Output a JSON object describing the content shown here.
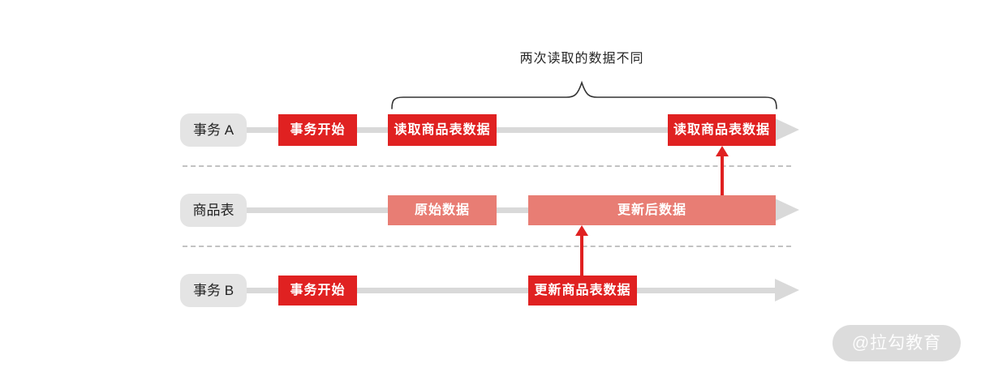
{
  "colors": {
    "accent_red": "#e02121",
    "accent_salmon": "#e87d74",
    "timeline_gray": "#d9d9d9",
    "pill_gray": "#e4e4e4"
  },
  "annotation": {
    "label": "两次读取的数据不同"
  },
  "rows": [
    {
      "label": "事务 A",
      "boxes": [
        {
          "label": "事务开始"
        },
        {
          "label": "读取商品表数据"
        },
        {
          "label": "读取商品表数据"
        }
      ]
    },
    {
      "label": "商品表",
      "boxes": [
        {
          "label": "原始数据"
        },
        {
          "label": "更新后数据"
        }
      ]
    },
    {
      "label": "事务 B",
      "boxes": [
        {
          "label": "事务开始"
        },
        {
          "label": "更新商品表数据"
        }
      ]
    }
  ],
  "watermark": "@拉勾教育"
}
